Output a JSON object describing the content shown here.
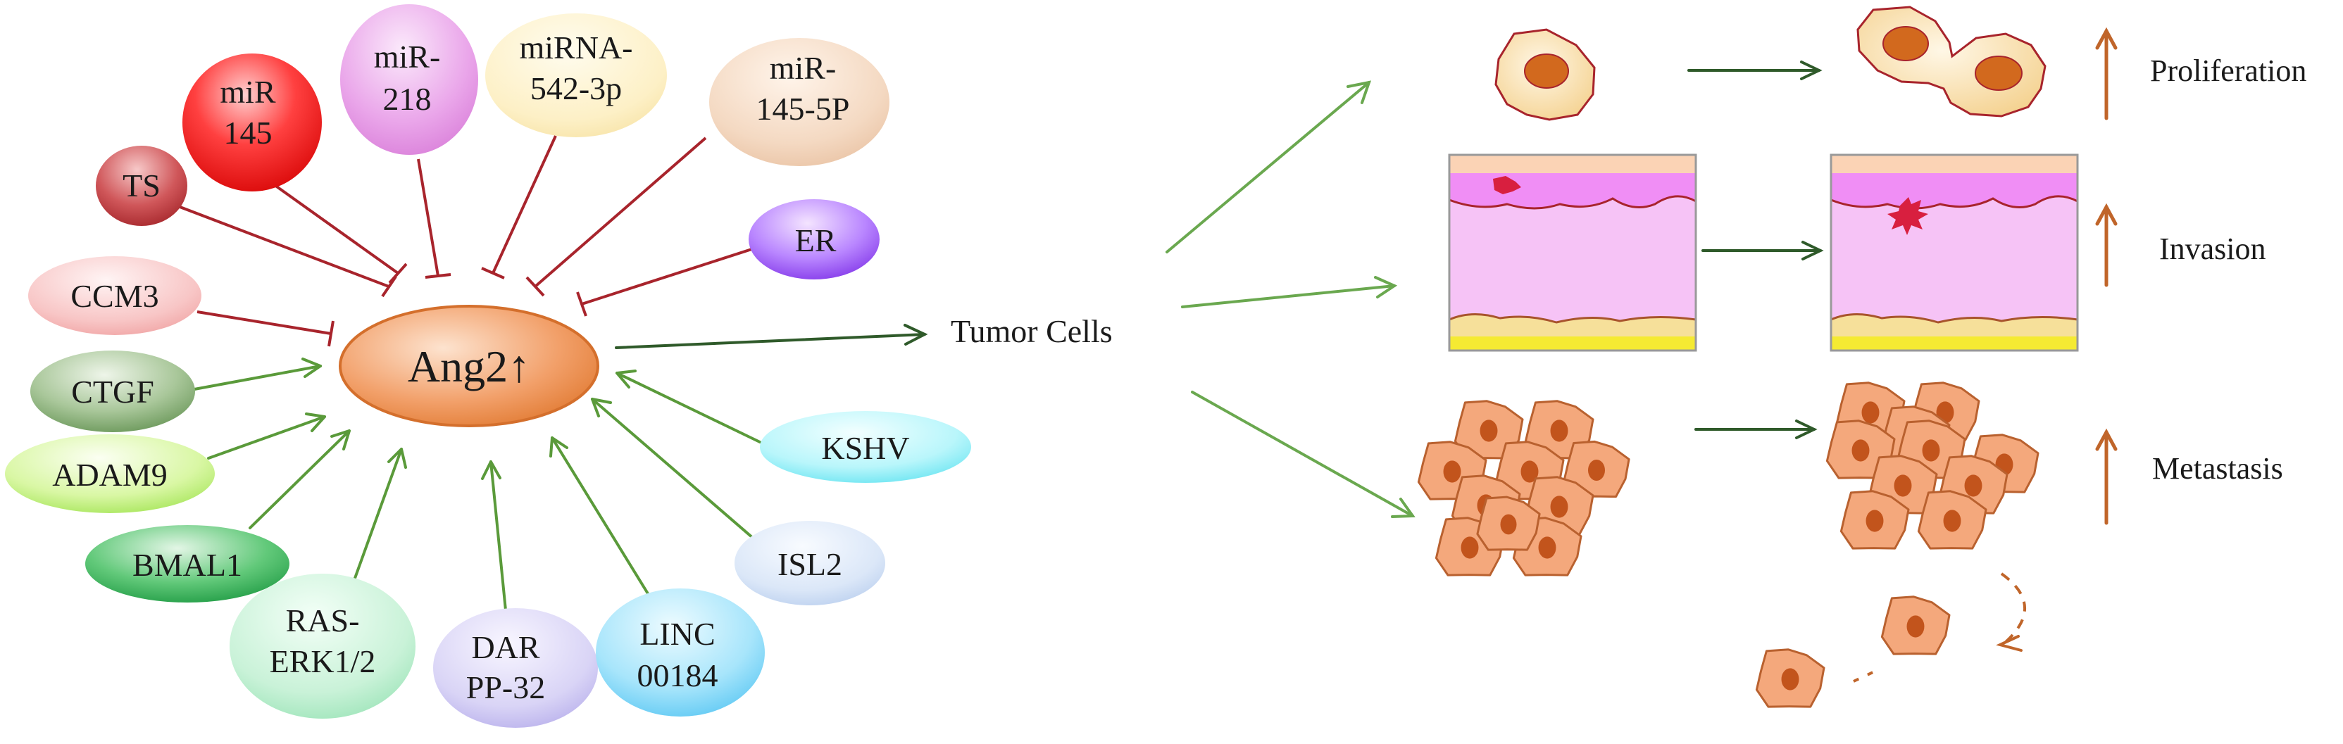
{
  "center": {
    "label": "Ang2↑"
  },
  "target": {
    "label": "Tumor Cells"
  },
  "inhibitors": [
    {
      "id": "tsnode",
      "lines": [
        "TS"
      ]
    },
    {
      "id": "mir145",
      "lines": [
        "miR",
        "145"
      ]
    },
    {
      "id": "mir218",
      "lines": [
        "miR-",
        "218"
      ]
    },
    {
      "id": "mirna542",
      "lines": [
        "miRNA-",
        "542-3p"
      ]
    },
    {
      "id": "mir145-5p",
      "lines": [
        "miR-",
        "145-5P"
      ]
    },
    {
      "id": "er",
      "lines": [
        "ER"
      ]
    },
    {
      "id": "ccm3",
      "lines": [
        "CCM3"
      ]
    }
  ],
  "activators": [
    {
      "id": "ctgf",
      "lines": [
        "CTGF"
      ]
    },
    {
      "id": "adam9",
      "lines": [
        "ADAM9"
      ]
    },
    {
      "id": "bmal1",
      "lines": [
        "BMAL1"
      ]
    },
    {
      "id": "ras-erk",
      "lines": [
        "RAS-",
        "ERK1/2"
      ]
    },
    {
      "id": "darpp32",
      "lines": [
        "DAR",
        "PP-32"
      ]
    },
    {
      "id": "linc00184",
      "lines": [
        "LINC",
        "00184"
      ]
    },
    {
      "id": "isl2",
      "lines": [
        "ISL2"
      ]
    },
    {
      "id": "kshv",
      "lines": [
        "KSHV"
      ]
    }
  ],
  "outcomes": [
    {
      "id": "proliferation",
      "label": "Proliferation"
    },
    {
      "id": "invasion",
      "label": "Invasion"
    },
    {
      "id": "metastasis",
      "label": "Metastasis"
    }
  ],
  "colors": {
    "inhibit_line": "#a8242c",
    "activate_line": "#5a9a3a",
    "main_arrow": "#2f5a2a",
    "outcome_arrow": "#c0652a",
    "cell_fill": "#f4a87c",
    "cell_stroke": "#b9612f",
    "nucleus": "#c2541c"
  }
}
